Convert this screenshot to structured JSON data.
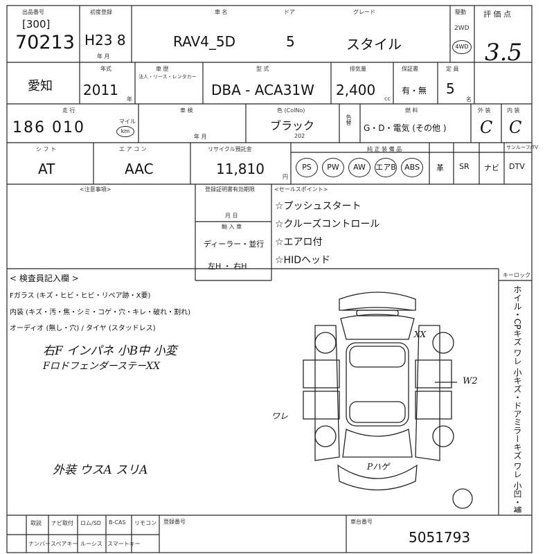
{
  "header": {
    "lbl_shuppin": "出品番号",
    "lot_prefix": "[300]",
    "lot_no": "70213",
    "lbl_first_reg": "初度登録",
    "first_reg": "H23 8",
    "lbl_year_month": "年  月",
    "lbl_car_name": "車 名",
    "car_name": "RAV4_5D",
    "lbl_doors": "ドア",
    "doors": "5",
    "lbl_grade": "グレード",
    "grade": "スタイル",
    "lbl_drive": "駆動",
    "drive_2wd": "2WD",
    "drive_4wd": "4WD",
    "lbl_score": "評 価 点",
    "score": "3.5"
  },
  "row2": {
    "region": "愛知",
    "lbl_model_year": "年式",
    "model_year": "2011",
    "lbl_year": "年",
    "lbl_remaining_inspection": "車 歴",
    "remaining_inspection_note": "法人・リース・レンタカー",
    "lbl_model": "型 式",
    "model_code": "DBA - ACA31W",
    "lbl_displacement": "排気量",
    "displacement": "2,400",
    "lbl_cc": "cc",
    "lbl_warranty": "保証書",
    "warranty": "有・無",
    "lbl_capacity": "定 員",
    "capacity": "5",
    "lbl_persons": "名"
  },
  "row3": {
    "lbl_mileage": "走 行",
    "mileage": "186 010",
    "mileage_unit_mile": "マイル",
    "mileage_unit_km": "km",
    "lbl_inspection": "車 検",
    "lbl_inspection_ym": "年     月",
    "lbl_color": "色 (ColNo)",
    "color": "ブラック",
    "color_code": "202",
    "lbl_color_change": "色替",
    "lbl_fuel": "燃 料",
    "fuel": "G・D・電気 (その他     )",
    "lbl_exterior": "外 装",
    "exterior": "C",
    "lbl_interior": "内 装",
    "interior": "C"
  },
  "row4": {
    "lbl_shift": "シ フ ト",
    "shift": "AT",
    "lbl_aircon": "エ ア コ ン",
    "aircon": "AAC",
    "lbl_recycle": "リサイクル預託金",
    "recycle": "11,810",
    "lbl_yen": "円",
    "lbl_equipment": "純 正 装 備 品",
    "equip": [
      "PS",
      "PW",
      "AW",
      "エアB",
      "ABS",
      "革",
      "SR",
      "ナビ",
      "DTV"
    ],
    "lbl_sunroof_tv": "サンルーフ/TV"
  },
  "middle": {
    "lbl_notes": "<注意事項>",
    "lbl_reg_expiry": "登録証明書有効期限",
    "lbl_month_day": "月    日",
    "lbl_import": "輸 入 車",
    "import_type": "ディーラー・並行",
    "steering": "左H ・ 右H",
    "lbl_sales_points": "<セールスポイント>",
    "sales_points": [
      "☆プッシュスタート",
      "☆クルーズコントロール",
      "☆エアロ付",
      "☆HIDヘッド"
    ]
  },
  "inspector": {
    "title": "< 検査員記入欄 >",
    "line1": "Fガラス (キズ・ヒビ・ヒビ・リペア跡・X要)",
    "line2": "内装 (キズ・汚・焦・シミ・コゲ・穴・キレ・破れ・割れ)",
    "line3": "オーディオ (無し・穴) / タイヤ (スタッドレス)",
    "note1": "右F  インパネ 小B中 小変",
    "note2": "FロドフェンダーステーXX",
    "note3": "外装 ウスA  スリA",
    "side_marks": [
      "XX",
      "W2",
      "ワレ",
      "Pハゲ"
    ],
    "lbl_keyless": "キーロック",
    "vertical_legend": "ホイル・CPキズ ワレ   小キズ・ドアミラーキズ ワレ   小凹・補修"
  },
  "footer": {
    "lbl_col1": "取説",
    "lbl_col2": "ナビ取付",
    "lbl_col3": "ロム/SD",
    "lbl_col4": "B-CAS",
    "lbl_col5": "リモコン",
    "lbl_col6": "ナンバー",
    "lbl_col7": "スペアキー",
    "lbl_col8": "ルーシス",
    "lbl_col9": "スマートキー",
    "lbl_vehicle_no": "登録番号",
    "lbl_chassis": "車台番号",
    "chassis_no": "5051793"
  }
}
